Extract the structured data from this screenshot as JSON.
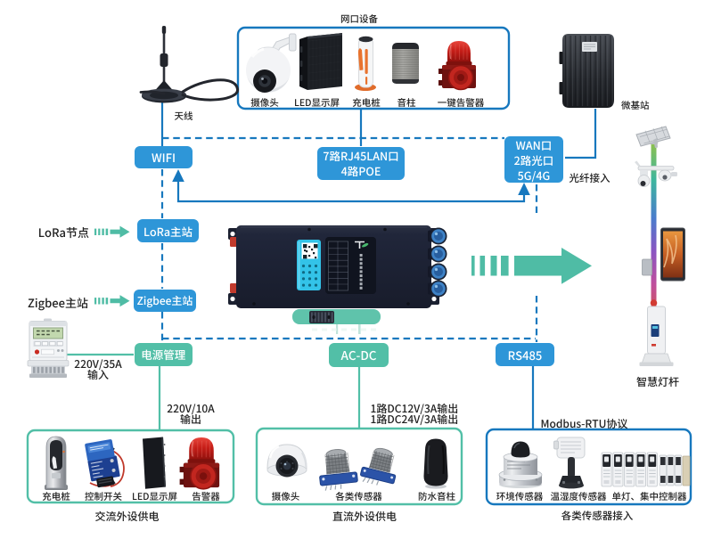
{
  "colors": {
    "node_blue": "#2E96D8",
    "line_blue": "#1778BE",
    "teal": "#52BFA7",
    "text": "#222222",
    "background": "#FFFFFF"
  },
  "top_group": {
    "title": "网口设备",
    "items": [
      {
        "icon": "dome-camera",
        "label": "摄像头"
      },
      {
        "icon": "led-screen",
        "label": "LED显示屏"
      },
      {
        "icon": "charging-pile",
        "label": "充电桩"
      },
      {
        "icon": "speaker-column",
        "label": "音柱"
      },
      {
        "icon": "alarm-beacon",
        "label": "一键告警器"
      }
    ]
  },
  "antenna": {
    "label": "天线"
  },
  "base_station": {
    "label": "微基站"
  },
  "pole": {
    "label": "智慧灯杆"
  },
  "meter": {
    "input": {
      "line1": "220V/35A",
      "line2": "输入"
    }
  },
  "nodes": {
    "wifi": {
      "label": "WIFI"
    },
    "lan": {
      "line1": "7路RJ45LAN口",
      "line2": "4路POE"
    },
    "wan": {
      "line1": "WAN口",
      "line2": "2路光口",
      "line3": "5G/4G"
    },
    "lora": {
      "label": "LoRa主站"
    },
    "zigbee": {
      "label": "Zigbee主站"
    },
    "power": {
      "label": "电源管理"
    },
    "acdc": {
      "label": "AC-DC"
    },
    "rs485": {
      "label": "RS485"
    }
  },
  "edge_labels": {
    "fiber": "光纤接入",
    "lora_source": "LoRa节点",
    "zigbee_source": "Zigbee主站",
    "ac_output": {
      "line1": "220V/10A",
      "line2": "输出"
    },
    "dc_output": {
      "line1": "1路DC12V/3A输出",
      "line2": "1路DC24V/3A输出"
    },
    "modbus": "Modbus-RTU协议"
  },
  "bottom_groups": {
    "ac": {
      "caption": "交流外设供电",
      "items": [
        {
          "icon": "charging-pillar",
          "label": "充电桩"
        },
        {
          "icon": "control-switch",
          "label": "控制开关"
        },
        {
          "icon": "led-screen",
          "label": "LED显示屏"
        },
        {
          "icon": "alarm-horn",
          "label": "告警器"
        }
      ]
    },
    "dc": {
      "caption": "直流外设供电",
      "items": [
        {
          "icon": "dome-camera-small",
          "label": "摄像头"
        },
        {
          "icon": "gas-sensors",
          "label": "各类传感器"
        },
        {
          "icon": "waterproof-speaker",
          "label": "防水音柱"
        }
      ]
    },
    "sensor": {
      "caption": "各类传感器接入",
      "items": [
        {
          "icon": "environment-sensor",
          "label": "环境传感器"
        },
        {
          "icon": "temp-humidity-sensor",
          "label": "温湿度传感器"
        },
        {
          "icon": "lamp-controllers",
          "label": "单灯、集中控制器"
        }
      ]
    }
  }
}
